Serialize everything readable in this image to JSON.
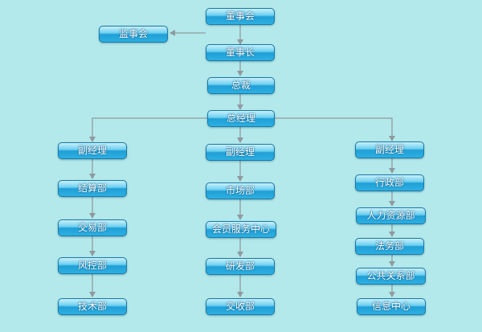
{
  "nodes": {
    "board": "董事会",
    "supervisory_board": "监事会",
    "chairman": "董事长",
    "president": "总裁",
    "general_manager": "总经理",
    "left": {
      "deputy": "副经理",
      "settlement": "结算部",
      "trading": "交易部",
      "risk_control": "风控部",
      "technology": "技术部"
    },
    "middle": {
      "deputy": "副经理",
      "market": "市场部",
      "member_service": "会员服务中心",
      "research": "研发部",
      "delivery": "交收部"
    },
    "right": {
      "deputy": "副经理",
      "admin": "行政部",
      "hr": "人力资源部",
      "legal": "法务部",
      "pr": "公共关系部",
      "info": "信息中心"
    }
  },
  "colors": {
    "background": "#b3e9ea",
    "connector": "#8f9aa0",
    "node_fill": "#2eb0e2",
    "node_border": "#1b79a8",
    "node_text": "#ffffff"
  }
}
